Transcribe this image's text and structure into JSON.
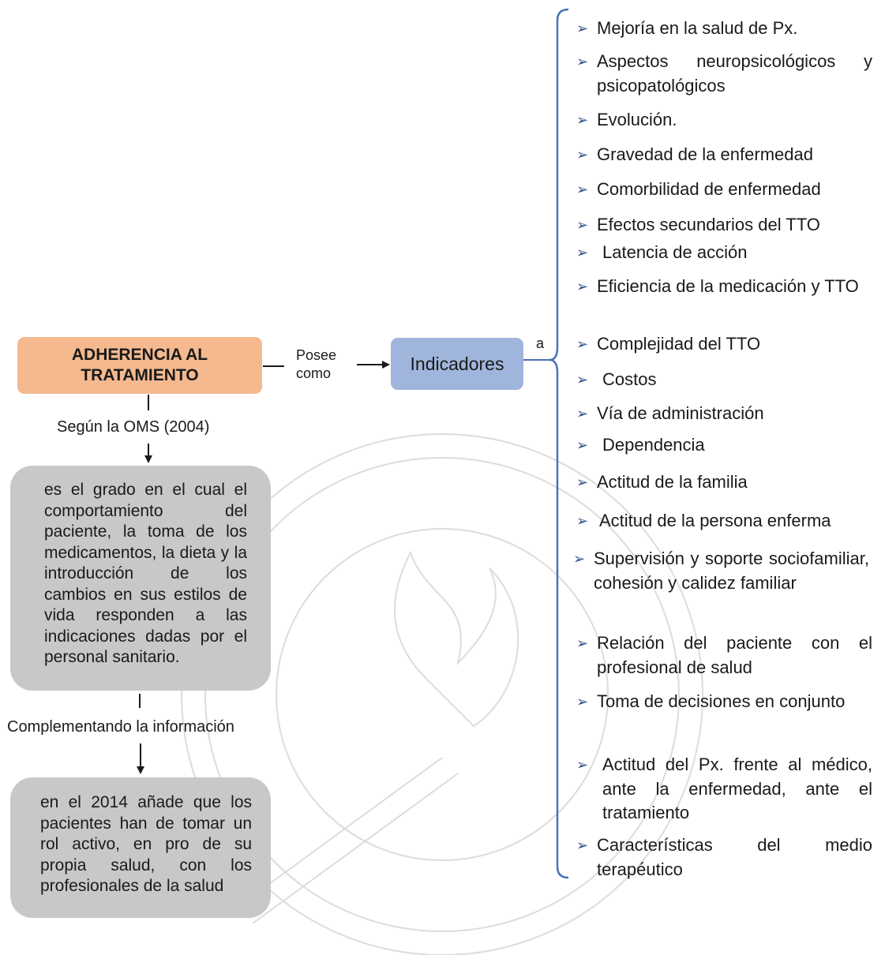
{
  "main_concept": [
    "ADHERENCIA AL",
    "TRATAMIENTO"
  ],
  "link_posee": [
    "Posee",
    "como"
  ],
  "indicators_label": "Indicadores",
  "link_a": "a",
  "link_oms": "Según la OMS (2004)",
  "definition_oms": "es el grado en el cual el comportamiento del paciente, la toma de los medicamentos, la dieta y la introducción de los cambios en sus estilos de vida responden a las indicaciones dadas por el personal sanitario.",
  "link_complement": "Complementando la información",
  "definition_2014": "en el 2014 añade que los pacientes han de tomar un rol activo, en pro de su propia salud, con los profesionales de la salud",
  "bullet_glyph": "➢",
  "indicators": [
    "Mejoría en la salud de Px.",
    "Aspectos neuropsicológicos y psicopatológicos",
    "Evolución.",
    "Gravedad de la enfermedad",
    "Comorbilidad de enfermedad",
    "Efectos secundarios del TTO",
    "Latencia de acción",
    "Eficiencia de la medicación y TTO",
    "Complejidad del TTO",
    "Costos",
    "Vía de administración",
    "Dependencia",
    "Actitud de la familia",
    "Actitud de la persona enferma",
    "Supervisión y soporte sociofamiliar, cohesión y calidez familiar",
    "Relación del paciente con el profesional de salud",
    "Toma de decisiones en conjunto",
    "Actitud del Px. frente al médico, ante la enfermedad, ante el tratamiento",
    "Características del medio terapéutico"
  ],
  "colors": {
    "main_box": "#f4b98f",
    "indicators_box": "#9fb5dc",
    "definition_boxes": "#c8c8c8",
    "bracket": "#4a72b8",
    "bullet": "#2e4f8a"
  }
}
